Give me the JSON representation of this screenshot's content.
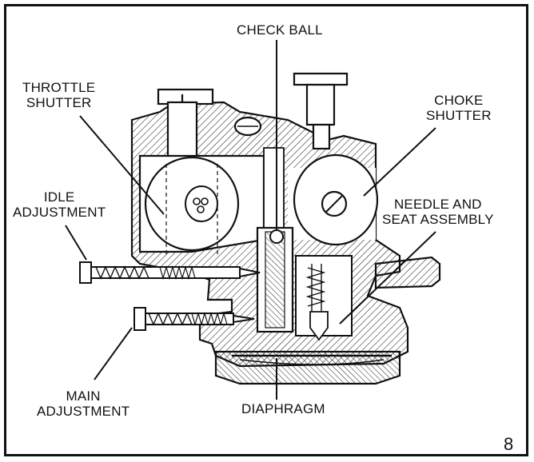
{
  "labels": {
    "check_ball": "CHECK BALL",
    "throttle_shutter": "THROTTLE\nSHUTTER",
    "choke_shutter": "CHOKE\nSHUTTER",
    "idle_adjustment": "IDLE\nADJUSTMENT",
    "needle_seat": "NEEDLE AND\nSEAT ASSEMBLY",
    "main_adjustment": "MAIN\nADJUSTMENT",
    "diaphragm": "DIAPHRAGM"
  },
  "figure_number": "8"
}
